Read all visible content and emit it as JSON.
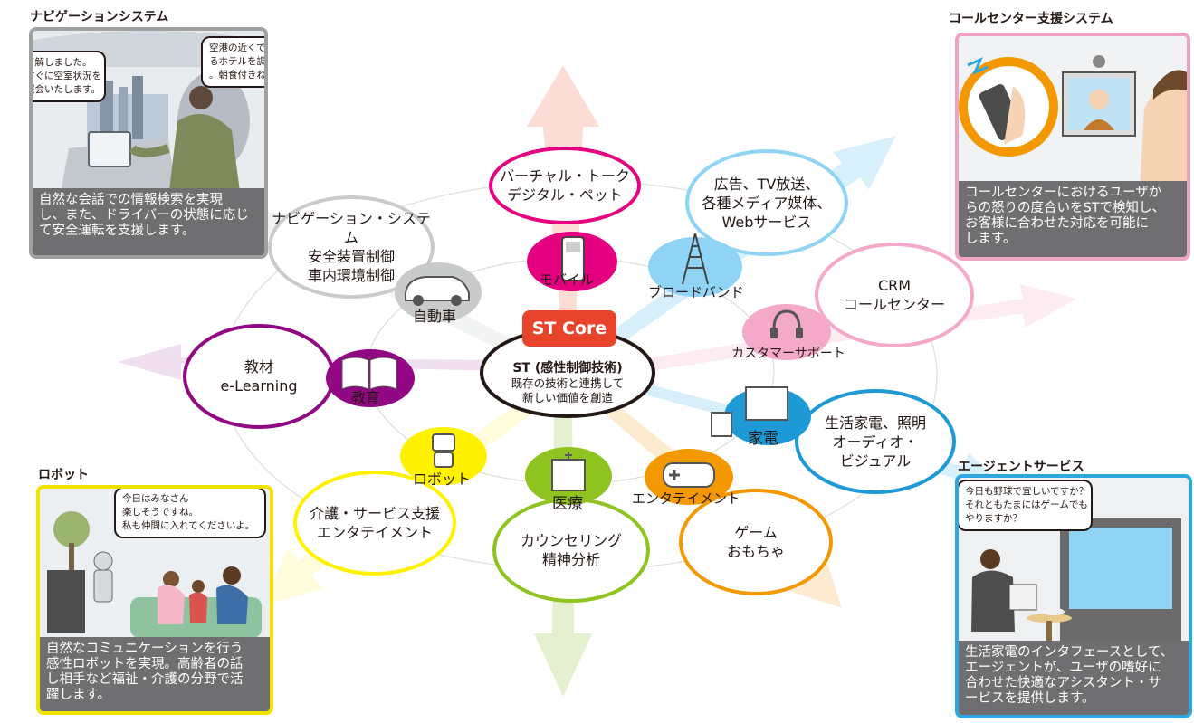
{
  "panels": {
    "navigation": {
      "title": "ナビゲーションシステム",
      "bubble_left": [
        "了解しました。",
        "すぐに空室状況を",
        "照会いたします。"
      ],
      "bubble_right": [
        "空港の近くで空いてい",
        "るホテルを調べてくれ",
        "。朝食付きね。"
      ],
      "caption": [
        "自然な会話での情報検索を実現",
        "し、また、ドライバーの状態に応じ",
        "て安全運転を支援します。"
      ],
      "border_color": "#9fa0a0"
    },
    "callcenter": {
      "title": "コールセンター支援システム",
      "caption": [
        "コールセンターにおけるユーザか",
        "らの怒りの度合いをSTで検知し、",
        "お客様に合わせた対応を可能に",
        "します。"
      ],
      "border_color": "#eea3c3"
    },
    "robot": {
      "title": "ロボット",
      "bubble": [
        "今日はみなさん",
        "楽しそうですね。",
        "私も仲間に入れてくださいよ。"
      ],
      "caption": [
        "自然なコミュニケーションを行う",
        "感性ロボットを実現。高齢者の話",
        "し相手など福祉・介護の分野で活",
        "躍します。"
      ],
      "border_color": "#f0e200"
    },
    "agent": {
      "title": "エージェントサービス",
      "bubble": [
        "今日も野球で宜しいですか？",
        "それともたまにはゲームでも",
        "やりますか？"
      ],
      "caption": [
        "生活家電のインタフェースとして、",
        "エージェントが、ユーザの嗜好に",
        "合わせた快適なアシスタント・サ",
        "ービスを提供します。"
      ],
      "border_color": "#2ea7e0"
    }
  },
  "center": {
    "badge": "ST Core",
    "title": "ST (感性制御技術)",
    "lines": [
      "既存の技術と連携して",
      "新しい価値を創造"
    ],
    "badge_color": "#e8442c"
  },
  "domains": {
    "mobile": {
      "tag": "モバイル",
      "lines": [
        "バーチャル・トーク",
        "デジタル・ペット"
      ],
      "color": "#e4007f"
    },
    "broadband": {
      "tag": "ブロードバンド",
      "lines": [
        "広告、TV放送、",
        "各種メディア媒体、",
        "Webサービス"
      ],
      "color": "#8fd3f5"
    },
    "car": {
      "tag": "自動車",
      "lines": [
        "ナビゲーション・システム",
        "安全装置制御",
        "車内環境制御"
      ],
      "color": "#c9caca"
    },
    "support": {
      "tag": "カスタマーサポート",
      "lines": [
        "CRM",
        "コールセンター"
      ],
      "color": "#f4a9c8"
    },
    "education": {
      "tag": "教育",
      "lines": [
        "教材",
        "e-Learning"
      ],
      "color": "#920783"
    },
    "appliance": {
      "tag": "家電",
      "lines": [
        "生活家電、照明",
        "オーディオ・",
        "ビジュアル"
      ],
      "color": "#1d9ad6"
    },
    "robot": {
      "tag": "ロボット",
      "lines": [
        "介護・サービス支援",
        "エンタテイメント"
      ],
      "color": "#fff100"
    },
    "medical": {
      "tag": "医療",
      "lines": [
        "カウンセリング",
        "精神分析"
      ],
      "color": "#8fc31f"
    },
    "entertainment": {
      "tag": "エンタテイメント",
      "lines": [
        "ゲーム",
        "おもちゃ"
      ],
      "color": "#f39800"
    }
  }
}
